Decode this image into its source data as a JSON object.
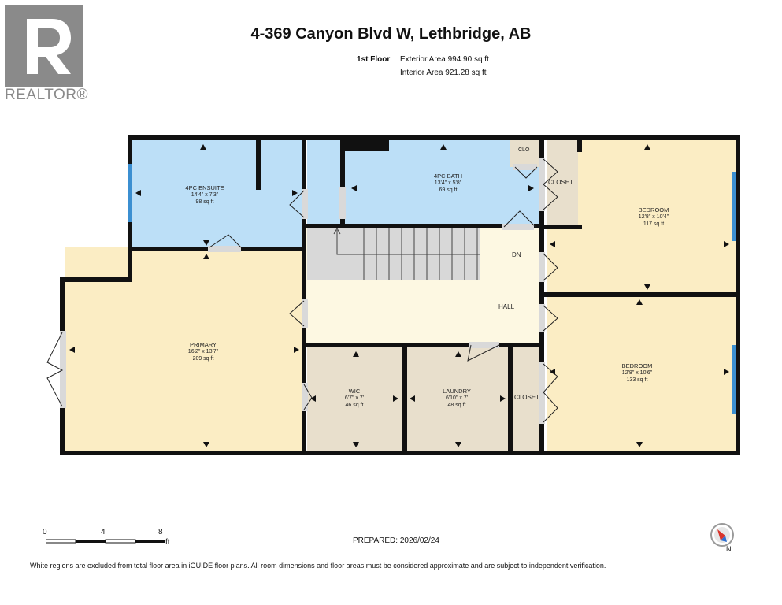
{
  "logo": {
    "wordmark": "REALTOR®",
    "icon": "realtor-r-logo"
  },
  "header": {
    "title": "4-369 Canyon Blvd W, Lethbridge, AB",
    "floor": "1st Floor",
    "exterior_area": "Exterior Area 994.90 sq ft",
    "interior_area": "Interior Area 921.28 sq ft"
  },
  "rooms": {
    "ensuite": {
      "name": "4PC ENSUITE",
      "dims": "14'4\" x 7'3\"",
      "area": "98 sq ft"
    },
    "bath": {
      "name": "4PC BATH",
      "dims": "13'4\" x 5'8\"",
      "area": "69 sq ft"
    },
    "clo": {
      "name": "CLO"
    },
    "closet_top": {
      "name": "CLOSET"
    },
    "bedroom1": {
      "name": "BEDROOM",
      "dims": "12'8\" x 10'4\"",
      "area": "117 sq ft"
    },
    "dn": {
      "name": "DN"
    },
    "hall": {
      "name": "HALL"
    },
    "primary": {
      "name": "PRIMARY",
      "dims": "16'2\" x 13'7\"",
      "area": "209 sq ft"
    },
    "wic": {
      "name": "WIC",
      "dims": "6'7\" x 7'",
      "area": "46 sq ft"
    },
    "laundry": {
      "name": "LAUNDRY",
      "dims": "6'10\" x 7'",
      "area": "48 sq ft"
    },
    "closet_bottom": {
      "name": "CLOSET"
    },
    "bedroom2": {
      "name": "BEDROOM",
      "dims": "12'8\" x 10'6\"",
      "area": "133 sq ft"
    }
  },
  "colors": {
    "wall": "#111111",
    "bath_blue": "#bcdff7",
    "bedroom_yellow": "#fbedc4",
    "hall_yellow": "#fdf8e2",
    "closet_tan": "#e8dfcc",
    "stairs_gray": "#d8d8d8",
    "window_blue": "#3b8fd1"
  },
  "scale": {
    "ticks": [
      "0",
      "4",
      "8"
    ],
    "unit": "ft"
  },
  "prepared": "PREPARED: 2026/02/24",
  "compass": {
    "label": "N",
    "icon": "compass-icon"
  },
  "footer": "White regions are excluded from total floor area in iGUIDE floor plans. All room dimensions and floor areas must be considered approximate and are subject to independent verification."
}
